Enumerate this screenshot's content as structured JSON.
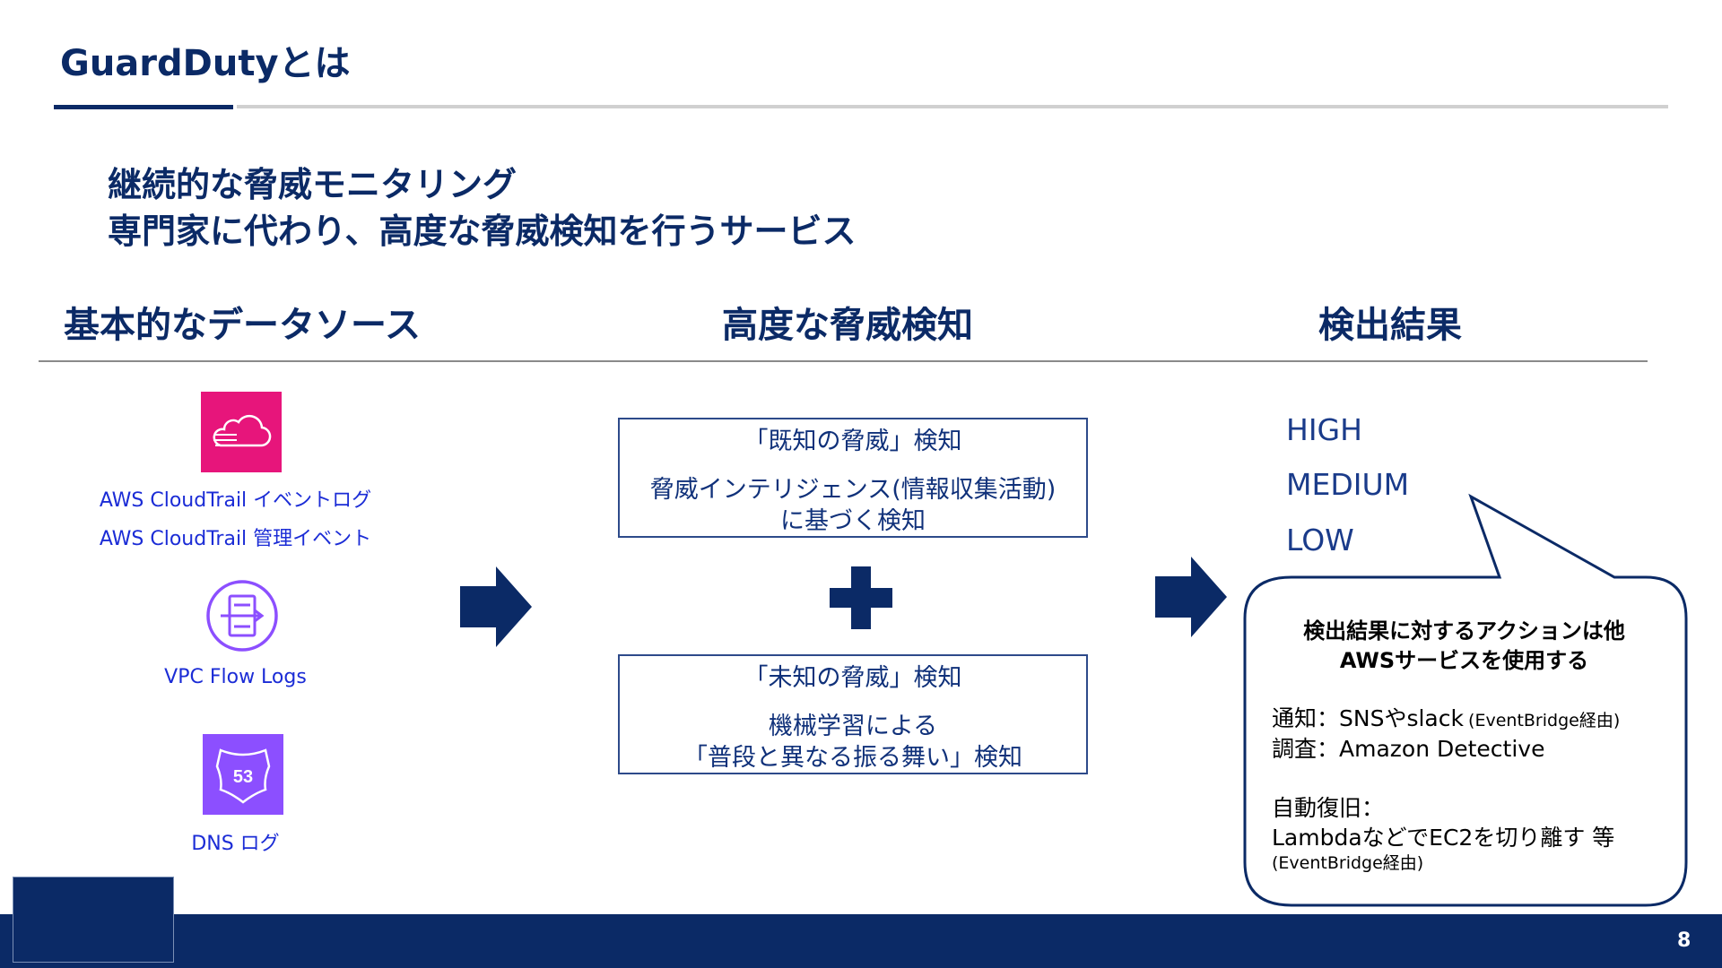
{
  "slide": {
    "title": "GuardDutyとは",
    "lead_lines": [
      "継続的な脅威モニタリング",
      "専門家に代わり、高度な脅威検知を行うサービス"
    ],
    "page_number": "8"
  },
  "columns": {
    "sources_header": "基本的なデータソース",
    "detection_header": "高度な脅威検知",
    "results_header": "検出結果"
  },
  "sources": {
    "cloudtrail_icon": "cloudtrail-icon",
    "cloudtrail_label_1": "AWS CloudTrail イベントログ",
    "cloudtrail_label_2": "AWS CloudTrail 管理イベント",
    "vpc_icon": "vpc-flow-logs-icon",
    "vpc_label": "VPC Flow Logs",
    "dns_icon": "route53-icon",
    "dns_label": "DNS ログ",
    "dns_icon_text": "53"
  },
  "detection": {
    "known": {
      "title": "「既知の脅威」検知",
      "line1": "脅威インテリジェンス(情報収集活動)",
      "line2": "に基づく検知"
    },
    "unknown": {
      "title": "「未知の脅威」検知",
      "line1": "機械学習による",
      "line2": "「普段と異なる振る舞い」検知"
    }
  },
  "results": {
    "severities": [
      "HIGH",
      "MEDIUM",
      "LOW"
    ],
    "bubble": {
      "heading_1": "検出結果に対するアクションは他",
      "heading_2": "AWSサービスを使用する",
      "notify_main": "通知：SNSやslack",
      "notify_note": "(EventBridge経由)",
      "investigate": "調査：Amazon Detective",
      "auto_title": "自動復旧：",
      "auto_line": "LambdaなどでEC2を切り離す 等",
      "auto_note": "(EventBridge経由)"
    }
  },
  "colors": {
    "navy": "#0b2a66",
    "label_blue": "#1b2cd6",
    "cloudtrail_pink": "#e7157b",
    "vpc_purple": "#8c4fff",
    "route53_purple": "#8c4fff"
  }
}
